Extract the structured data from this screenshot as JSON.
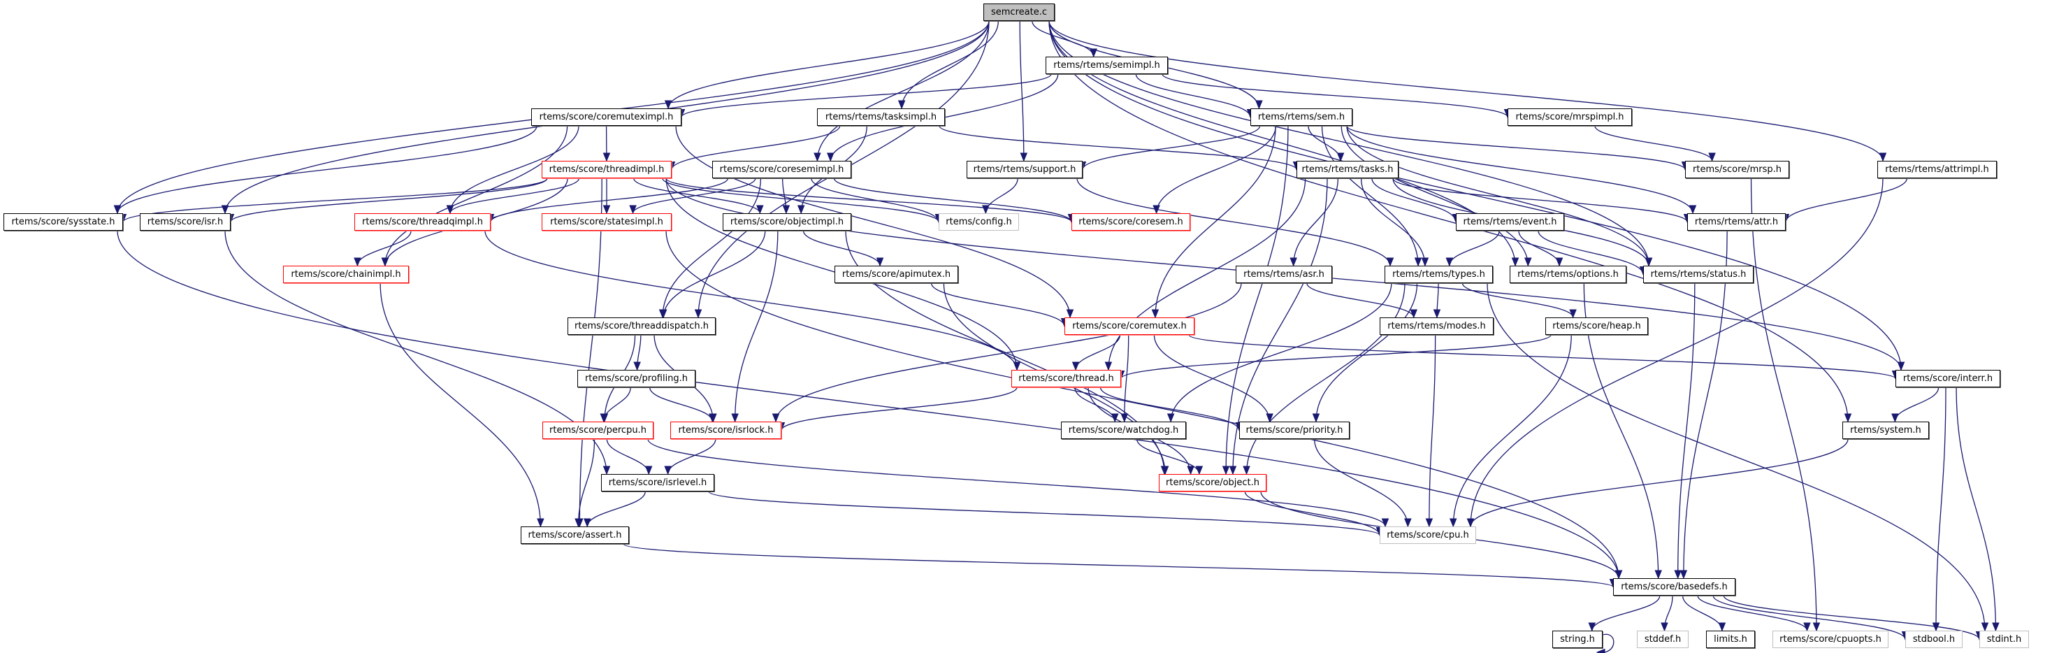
{
  "graph": {
    "title": "semcreate.c",
    "legend": {
      "root_fill": "#bfbfbf",
      "edge_color": "#191970",
      "truncated_border": "#ff0000",
      "missing_border": "#bfbfbf",
      "normal_border": "#000000"
    },
    "nodes": [
      {
        "id": "semcreate_c",
        "label": "semcreate.c",
        "status": "root"
      },
      {
        "id": "semimpl",
        "label": "rtems/rtems/semimpl.h",
        "status": "normal"
      },
      {
        "id": "coremuteximpl",
        "label": "rtems/score/coremuteximpl.h",
        "status": "normal"
      },
      {
        "id": "tasksimpl",
        "label": "rtems/rtems/tasksimpl.h",
        "status": "normal"
      },
      {
        "id": "sem",
        "label": "rtems/rtems/sem.h",
        "status": "normal"
      },
      {
        "id": "mrspimpl",
        "label": "rtems/score/mrspimpl.h",
        "status": "normal"
      },
      {
        "id": "threadimpl",
        "label": "rtems/score/threadimpl.h",
        "status": "truncated"
      },
      {
        "id": "coresemimpl",
        "label": "rtems/score/coresemimpl.h",
        "status": "normal"
      },
      {
        "id": "support",
        "label": "rtems/rtems/support.h",
        "status": "normal"
      },
      {
        "id": "tasks",
        "label": "rtems/rtems/tasks.h",
        "status": "normal"
      },
      {
        "id": "mrsp",
        "label": "rtems/score/mrsp.h",
        "status": "normal"
      },
      {
        "id": "attrimpl",
        "label": "rtems/rtems/attrimpl.h",
        "status": "normal"
      },
      {
        "id": "sysstate",
        "label": "rtems/score/sysstate.h",
        "status": "normal"
      },
      {
        "id": "isr",
        "label": "rtems/score/isr.h",
        "status": "normal"
      },
      {
        "id": "threadqimpl",
        "label": "rtems/score/threadqimpl.h",
        "status": "truncated"
      },
      {
        "id": "statesimpl",
        "label": "rtems/score/statesimpl.h",
        "status": "truncated"
      },
      {
        "id": "objectimpl",
        "label": "rtems/score/objectimpl.h",
        "status": "normal"
      },
      {
        "id": "config",
        "label": "rtems/config.h",
        "status": "missing"
      },
      {
        "id": "coresem",
        "label": "rtems/score/coresem.h",
        "status": "truncated"
      },
      {
        "id": "event",
        "label": "rtems/rtems/event.h",
        "status": "normal"
      },
      {
        "id": "attr",
        "label": "rtems/rtems/attr.h",
        "status": "normal"
      },
      {
        "id": "chainimpl",
        "label": "rtems/score/chainimpl.h",
        "status": "truncated"
      },
      {
        "id": "apimutex",
        "label": "rtems/score/apimutex.h",
        "status": "normal"
      },
      {
        "id": "asr",
        "label": "rtems/rtems/asr.h",
        "status": "normal"
      },
      {
        "id": "types",
        "label": "rtems/rtems/types.h",
        "status": "normal"
      },
      {
        "id": "options",
        "label": "rtems/rtems/options.h",
        "status": "normal"
      },
      {
        "id": "status",
        "label": "rtems/rtems/status.h",
        "status": "normal"
      },
      {
        "id": "threaddispatch",
        "label": "rtems/score/threaddispatch.h",
        "status": "normal"
      },
      {
        "id": "coremutex",
        "label": "rtems/score/coremutex.h",
        "status": "truncated"
      },
      {
        "id": "modes",
        "label": "rtems/rtems/modes.h",
        "status": "normal"
      },
      {
        "id": "heap",
        "label": "rtems/score/heap.h",
        "status": "normal"
      },
      {
        "id": "profiling",
        "label": "rtems/score/profiling.h",
        "status": "normal"
      },
      {
        "id": "thread",
        "label": "rtems/score/thread.h",
        "status": "truncated"
      },
      {
        "id": "interr",
        "label": "rtems/score/interr.h",
        "status": "normal"
      },
      {
        "id": "percpu",
        "label": "rtems/score/percpu.h",
        "status": "truncated"
      },
      {
        "id": "isrlock",
        "label": "rtems/score/isrlock.h",
        "status": "truncated"
      },
      {
        "id": "watchdog",
        "label": "rtems/score/watchdog.h",
        "status": "normal"
      },
      {
        "id": "priority",
        "label": "rtems/score/priority.h",
        "status": "normal"
      },
      {
        "id": "system",
        "label": "rtems/system.h",
        "status": "normal"
      },
      {
        "id": "isrlevel",
        "label": "rtems/score/isrlevel.h",
        "status": "normal"
      },
      {
        "id": "object",
        "label": "rtems/score/object.h",
        "status": "truncated"
      },
      {
        "id": "assert",
        "label": "rtems/score/assert.h",
        "status": "normal"
      },
      {
        "id": "cpu",
        "label": "rtems/score/cpu.h",
        "status": "missing"
      },
      {
        "id": "basedefs",
        "label": "rtems/score/basedefs.h",
        "status": "normal"
      },
      {
        "id": "string_h",
        "label": "string.h",
        "status": "normal"
      },
      {
        "id": "stddef_h",
        "label": "stddef.h",
        "status": "missing"
      },
      {
        "id": "limits_h",
        "label": "limits.h",
        "status": "normal"
      },
      {
        "id": "cpuopts",
        "label": "rtems/score/cpuopts.h",
        "status": "missing"
      },
      {
        "id": "stdbool_h",
        "label": "stdbool.h",
        "status": "missing"
      },
      {
        "id": "stdint_h",
        "label": "stdint.h",
        "status": "missing"
      }
    ],
    "edges": [
      [
        "semcreate_c",
        "semimpl"
      ],
      [
        "semcreate_c",
        "coremuteximpl"
      ],
      [
        "semcreate_c",
        "tasksimpl"
      ],
      [
        "semcreate_c",
        "coresemimpl"
      ],
      [
        "semcreate_c",
        "support"
      ],
      [
        "semcreate_c",
        "sysstate"
      ],
      [
        "semcreate_c",
        "isr"
      ],
      [
        "semcreate_c",
        "threaddispatch"
      ],
      [
        "semcreate_c",
        "attrimpl"
      ],
      [
        "semcreate_c",
        "options"
      ],
      [
        "semcreate_c",
        "status"
      ],
      [
        "semcreate_c",
        "system"
      ],
      [
        "semcreate_c",
        "interr"
      ],
      [
        "semcreate_c",
        "sem"
      ],
      [
        "semimpl",
        "coremuteximpl"
      ],
      [
        "semimpl",
        "sem"
      ],
      [
        "semimpl",
        "mrspimpl"
      ],
      [
        "semimpl",
        "coresemimpl"
      ],
      [
        "coremuteximpl",
        "threadimpl"
      ],
      [
        "coremuteximpl",
        "sysstate"
      ],
      [
        "coremuteximpl",
        "threadqimpl"
      ],
      [
        "coremuteximpl",
        "chainimpl"
      ],
      [
        "coremuteximpl",
        "coremutex"
      ],
      [
        "tasksimpl",
        "threadimpl"
      ],
      [
        "tasksimpl",
        "objectimpl"
      ],
      [
        "tasksimpl",
        "tasks"
      ],
      [
        "sem",
        "support"
      ],
      [
        "sem",
        "tasks"
      ],
      [
        "sem",
        "coresem"
      ],
      [
        "sem",
        "mrsp"
      ],
      [
        "sem",
        "attr"
      ],
      [
        "sem",
        "types"
      ],
      [
        "sem",
        "options"
      ],
      [
        "sem",
        "coremutex"
      ],
      [
        "sem",
        "object"
      ],
      [
        "sem",
        "status"
      ],
      [
        "mrspimpl",
        "mrsp"
      ],
      [
        "threadimpl",
        "sysstate"
      ],
      [
        "threadimpl",
        "isr"
      ],
      [
        "threadimpl",
        "threadqimpl"
      ],
      [
        "threadimpl",
        "statesimpl"
      ],
      [
        "threadimpl",
        "chainimpl"
      ],
      [
        "threadimpl",
        "objectimpl"
      ],
      [
        "threadimpl",
        "config"
      ],
      [
        "threadimpl",
        "coresem"
      ],
      [
        "threadimpl",
        "thread"
      ],
      [
        "threadimpl",
        "assert"
      ],
      [
        "threadimpl",
        "interr"
      ],
      [
        "coresemimpl",
        "threadqimpl"
      ],
      [
        "coresemimpl",
        "statesimpl"
      ],
      [
        "coresemimpl",
        "objectimpl"
      ],
      [
        "coresemimpl",
        "threaddispatch"
      ],
      [
        "coresemimpl",
        "coresem"
      ],
      [
        "coresemimpl",
        "config"
      ],
      [
        "support",
        "config"
      ],
      [
        "support",
        "types"
      ],
      [
        "tasks",
        "types"
      ],
      [
        "tasks",
        "event"
      ],
      [
        "tasks",
        "asr"
      ],
      [
        "tasks",
        "attr"
      ],
      [
        "tasks",
        "status"
      ],
      [
        "tasks",
        "thread"
      ],
      [
        "tasks",
        "object"
      ],
      [
        "mrsp",
        "cpuopts"
      ],
      [
        "attrimpl",
        "attr"
      ],
      [
        "attrimpl",
        "cpu"
      ],
      [
        "sysstate",
        "basedefs"
      ],
      [
        "isr",
        "isrlevel"
      ],
      [
        "threadqimpl",
        "chainimpl"
      ],
      [
        "threadqimpl",
        "thread"
      ],
      [
        "statesimpl",
        "basedefs"
      ],
      [
        "objectimpl",
        "apimutex"
      ],
      [
        "objectimpl",
        "threaddispatch"
      ],
      [
        "objectimpl",
        "isrlock"
      ],
      [
        "objectimpl",
        "object"
      ],
      [
        "event",
        "types"
      ],
      [
        "event",
        "options"
      ],
      [
        "event",
        "status"
      ],
      [
        "attr",
        "basedefs"
      ],
      [
        "chainimpl",
        "assert"
      ],
      [
        "apimutex",
        "coremutex"
      ],
      [
        "apimutex",
        "object"
      ],
      [
        "asr",
        "modes"
      ],
      [
        "asr",
        "isrlock"
      ],
      [
        "types",
        "modes"
      ],
      [
        "types",
        "heap"
      ],
      [
        "types",
        "priority"
      ],
      [
        "types",
        "watchdog"
      ],
      [
        "types",
        "object"
      ],
      [
        "types",
        "stdint_h"
      ],
      [
        "options",
        "basedefs"
      ],
      [
        "status",
        "basedefs"
      ],
      [
        "threaddispatch",
        "profiling"
      ],
      [
        "threaddispatch",
        "percpu"
      ],
      [
        "threaddispatch",
        "isrlock"
      ],
      [
        "coremutex",
        "thread"
      ],
      [
        "coremutex",
        "watchdog"
      ],
      [
        "coremutex",
        "priority"
      ],
      [
        "coremutex",
        "interr"
      ],
      [
        "modes",
        "cpu"
      ],
      [
        "heap",
        "thread"
      ],
      [
        "heap",
        "cpu"
      ],
      [
        "profiling",
        "percpu"
      ],
      [
        "profiling",
        "isrlock"
      ],
      [
        "thread",
        "isrlock"
      ],
      [
        "thread",
        "watchdog"
      ],
      [
        "thread",
        "priority"
      ],
      [
        "thread",
        "object"
      ],
      [
        "interr",
        "system"
      ],
      [
        "interr",
        "stdbool_h"
      ],
      [
        "interr",
        "stdint_h"
      ],
      [
        "percpu",
        "isrlevel"
      ],
      [
        "percpu",
        "assert"
      ],
      [
        "percpu",
        "cpu"
      ],
      [
        "isrlock",
        "isrlevel"
      ],
      [
        "watchdog",
        "object"
      ],
      [
        "priority",
        "cpu"
      ],
      [
        "system",
        "cpu"
      ],
      [
        "isrlevel",
        "assert"
      ],
      [
        "isrlevel",
        "cpu"
      ],
      [
        "object",
        "cpu"
      ],
      [
        "object",
        "basedefs"
      ],
      [
        "assert",
        "basedefs"
      ],
      [
        "basedefs",
        "string_h"
      ],
      [
        "basedefs",
        "stddef_h"
      ],
      [
        "basedefs",
        "limits_h"
      ],
      [
        "basedefs",
        "cpuopts"
      ],
      [
        "basedefs",
        "stdbool_h"
      ],
      [
        "basedefs",
        "stdint_h"
      ],
      [
        "string_h",
        "string_h"
      ]
    ]
  }
}
